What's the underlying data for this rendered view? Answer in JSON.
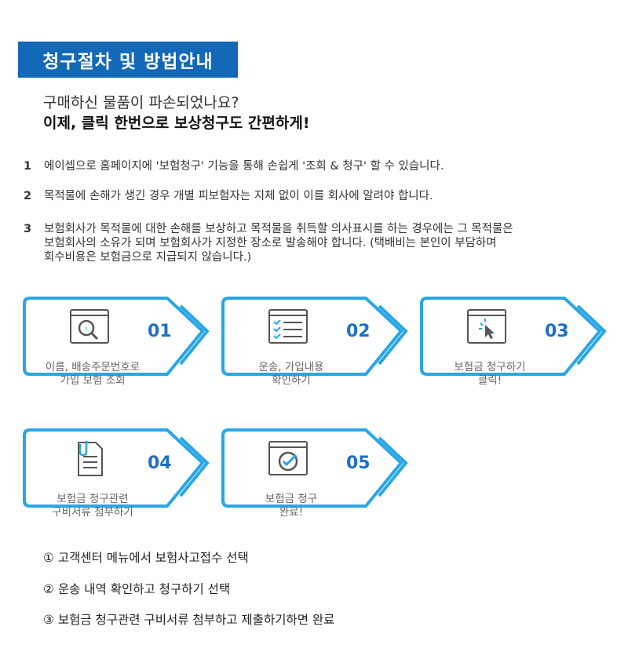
{
  "header": {
    "banner_title": "청구절차 및 방법안내",
    "subtitle_line1": "구매하신 물품이 파손되었나요?",
    "subtitle_line2": "이제, 클릭 한번으로 보상청구도 간편하게!"
  },
  "colors": {
    "accent_blue": "#1468b8",
    "frame_blue": "#29a6e6",
    "number_blue": "#1f6fc5"
  },
  "steps": [
    {
      "num": "1",
      "lines": [
        "에이셉으로 홈페이지에 '보험청구' 기능을 통해 손쉽게 '조회 & 청구' 할 수 있습니다."
      ]
    },
    {
      "num": "2",
      "lines": [
        "목적물에 손해가 생긴 경우 개별 피보험자는 지체 없이 이를 회사에 알려야 합니다."
      ]
    },
    {
      "num": "3",
      "lines": [
        "보험회사가 목적물에 대한 손해를 보상하고 목적물을 취득할 의사표시를 하는 경우에는 그 목적물은",
        "보험회사의 소유가 되며 보험회사가 지정한 장소로 발송해야 합니다. (택배비는 본인이 부담하며",
        "회수비용은 보험금으로 지급되지 않습니다.)"
      ]
    }
  ],
  "process": [
    {
      "number": "01",
      "label_lines": [
        "이름, 배송주문번호로",
        "가입 보험 조회"
      ],
      "icon": "search-document-icon"
    },
    {
      "number": "02",
      "label_lines": [
        "운송, 가입내용",
        "확인하기"
      ],
      "icon": "checklist-icon"
    },
    {
      "number": "03",
      "label_lines": [
        "보험금 청구하기",
        "클릭!"
      ],
      "icon": "click-cursor-icon"
    },
    {
      "number": "04",
      "label_lines": [
        "보험금 청구관련",
        "구비서류 첨부하기"
      ],
      "icon": "paperclip-document-icon"
    },
    {
      "number": "05",
      "label_lines": [
        "보험금 청구",
        "완료!"
      ],
      "icon": "check-badge-icon"
    }
  ],
  "instructions": [
    "① 고객센터 메뉴에서 보험사고접수 선택",
    "② 운송 내역 확인하고 청구하기 선택",
    "③ 보험금 청구관련 구비서류 첨부하고 제출하기하면 완료"
  ]
}
